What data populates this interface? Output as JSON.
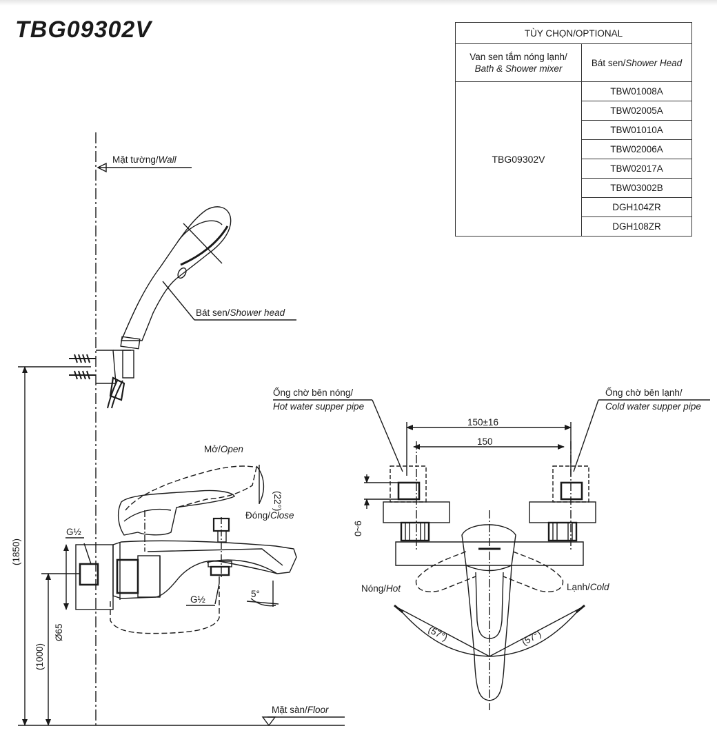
{
  "title": "TBG09302V",
  "options_table": {
    "header": "TÙY CHỌN/OPTIONAL",
    "col1_vi": "Van sen tắm nóng lạnh/",
    "col1_en": "Bath & Shower mixer",
    "col2_vi": "Bát sen/",
    "col2_en": "Shower Head",
    "mixer_model": "TBG09302V",
    "shower_heads": [
      "TBW01008A",
      "TBW02005A",
      "TBW01010A",
      "TBW02006A",
      "TBW02017A",
      "TBW03002B",
      "DGH104ZR",
      "DGH108ZR"
    ]
  },
  "labels": {
    "wall_vi": "Mặt tường/",
    "wall_en": "Wall",
    "shower_head_vi": "Bát sen/",
    "shower_head_en": "Shower head",
    "open_vi": "Mở/",
    "open_en": "Open",
    "close_vi": "Đóng/",
    "close_en": "Close",
    "angle_22": "(22°)",
    "angle_5": "5°",
    "g_half_1": "G½",
    "g_half_2": "G½",
    "d65": "Ø65",
    "h1850": "(1850)",
    "h1000": "(1000)",
    "floor_vi": "Mặt sàn/",
    "floor_en": "Floor",
    "hot_pipe_vi": "Ống chờ bên nóng/",
    "hot_pipe_en": "Hot water supper pipe",
    "cold_pipe_vi": "Ống chờ bên lạnh/",
    "cold_pipe_en": "Cold water supper pipe",
    "dim_150_16": "150±16",
    "dim_150": "150",
    "dim_0_6": "0~6",
    "hot_vi": "Nóng/",
    "hot_en": "Hot",
    "cold_vi": "Lạnh/",
    "cold_en": "Cold",
    "angle_57_left": "(57°)",
    "angle_57_right": "(57°)"
  }
}
